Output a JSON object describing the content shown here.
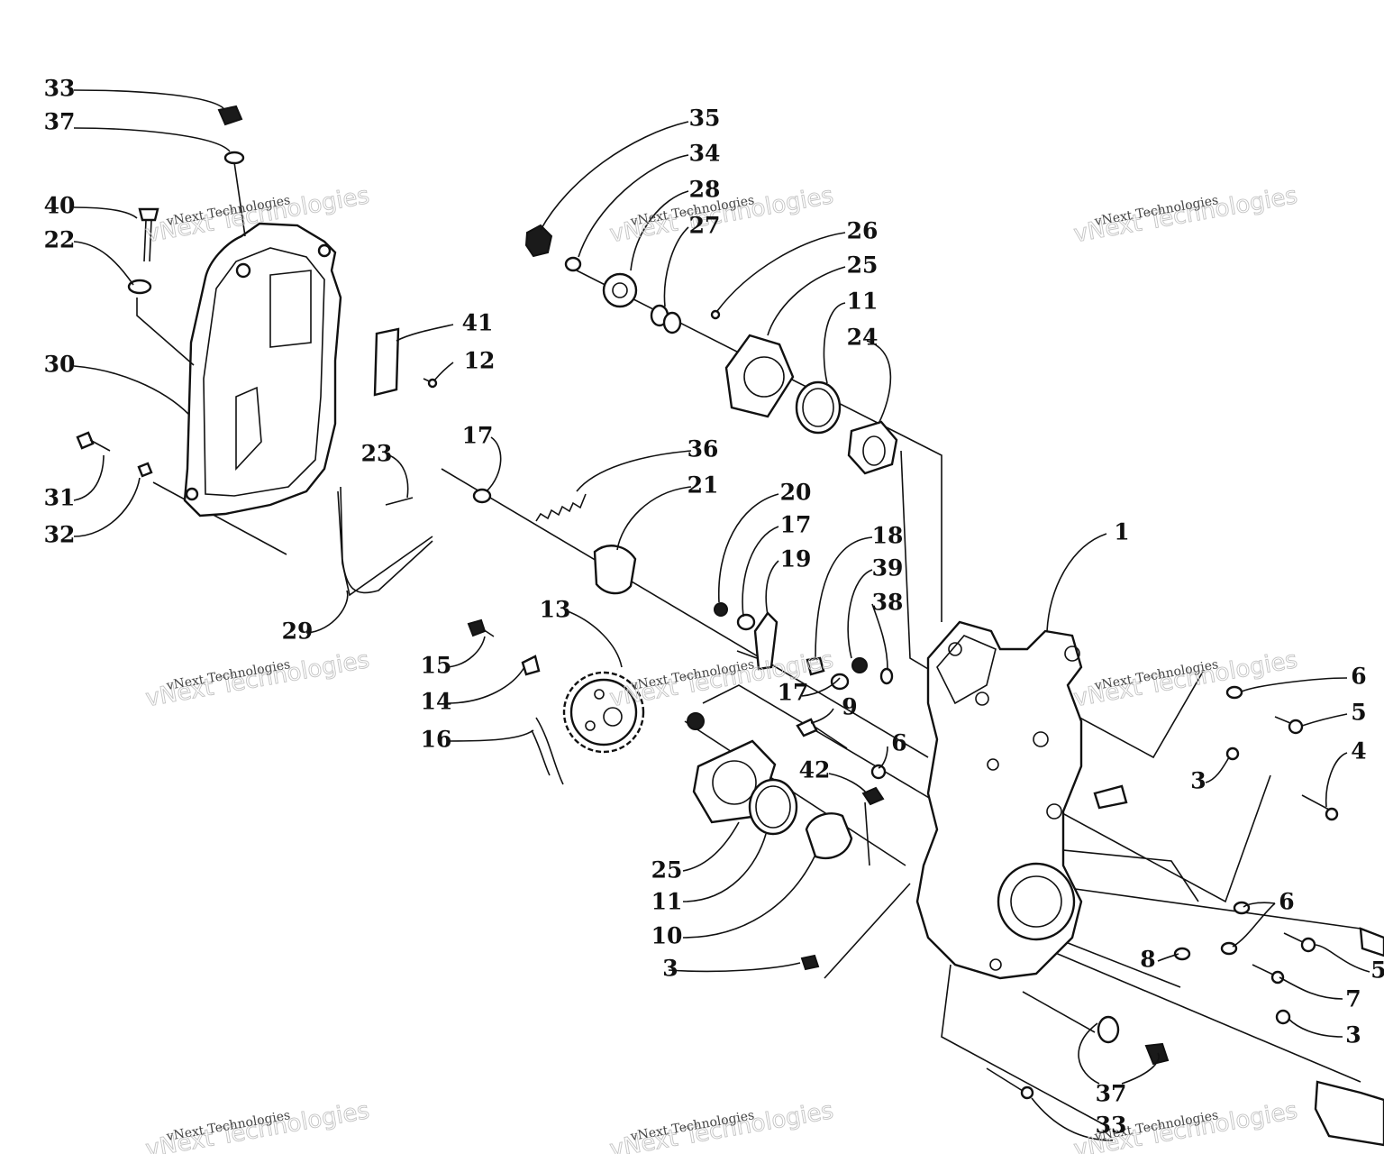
{
  "part_labels": [
    {
      "text": "33"
    },
    {
      "text": "37"
    },
    {
      "text": "40"
    },
    {
      "text": "22"
    },
    {
      "text": "30"
    },
    {
      "text": "31"
    },
    {
      "text": "32"
    },
    {
      "text": "29"
    },
    {
      "text": "23"
    },
    {
      "text": "17"
    },
    {
      "text": "36"
    },
    {
      "text": "21"
    },
    {
      "text": "41"
    },
    {
      "text": "12"
    },
    {
      "text": "35"
    },
    {
      "text": "34"
    },
    {
      "text": "28"
    },
    {
      "text": "27"
    },
    {
      "text": "26"
    },
    {
      "text": "25"
    },
    {
      "text": "11"
    },
    {
      "text": "24"
    },
    {
      "text": "20"
    },
    {
      "text": "17"
    },
    {
      "text": "19"
    },
    {
      "text": "18"
    },
    {
      "text": "39"
    },
    {
      "text": "38"
    },
    {
      "text": "1"
    },
    {
      "text": "13"
    },
    {
      "text": "15"
    },
    {
      "text": "14"
    },
    {
      "text": "16"
    },
    {
      "text": "17"
    },
    {
      "text": "9"
    },
    {
      "text": "6"
    },
    {
      "text": "42"
    },
    {
      "text": "25"
    },
    {
      "text": "11"
    },
    {
      "text": "10"
    },
    {
      "text": "3"
    },
    {
      "text": "6"
    },
    {
      "text": "5"
    },
    {
      "text": "3"
    },
    {
      "text": "4"
    },
    {
      "text": "6"
    },
    {
      "text": "5"
    },
    {
      "text": "8"
    },
    {
      "text": "7"
    },
    {
      "text": "3"
    },
    {
      "text": "37"
    },
    {
      "text": "33"
    }
  ],
  "watermarks": [
    {
      "big": "vNext Technologies",
      "small": "vNext Technologies"
    },
    {
      "big": "vNext Technologies",
      "small": "vNext Technologies"
    },
    {
      "big": "vNext Technologies",
      "small": "vNext Technologies"
    },
    {
      "big": "vNext Technologies",
      "small": "vNext Technologies"
    },
    {
      "big": "vNext Technologies",
      "small": "vNext Technologies"
    },
    {
      "big": "vNext Technologies",
      "small": "vNext Technologies"
    },
    {
      "big": "vNext Technologies",
      "small": "vNext Technologies"
    },
    {
      "big": "vNext Technologies",
      "small": "vNext Technologies"
    },
    {
      "big": "vNext Technologies",
      "small": "vNext Technologies"
    }
  ]
}
